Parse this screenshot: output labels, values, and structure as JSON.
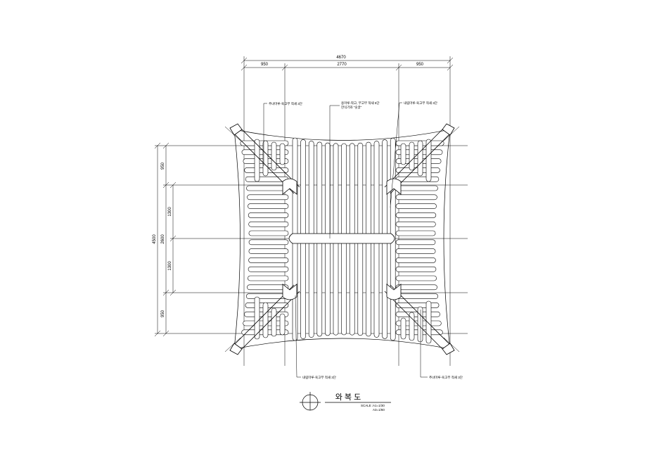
{
  "dimensions": {
    "top_total": "4670",
    "top_left": "950",
    "top_mid": "2770",
    "top_right": "950",
    "left_total": "4500",
    "left_top": "950",
    "left_mid_total": "2600",
    "left_mid_upper": "1300",
    "left_mid_lower": "1300",
    "left_bottom": "950"
  },
  "notes": {
    "top_left": "추녀마루-육고부 적새 3단",
    "top_center_line1": "용마루-착고, 부고부 적새 5단",
    "top_center_line2": "한식기와 \"숫골\"",
    "top_right": "내림마루-육고부 적새 3단",
    "bottom_left": "내림마루-육고부 적새 3단",
    "bottom_right": "추녀마루-육고부 적새 3단"
  },
  "title": {
    "text": "와 복 도",
    "scale_label": "SCALE :",
    "scale_a1": "A1=1/30",
    "scale_a3": "A3=1/60"
  }
}
